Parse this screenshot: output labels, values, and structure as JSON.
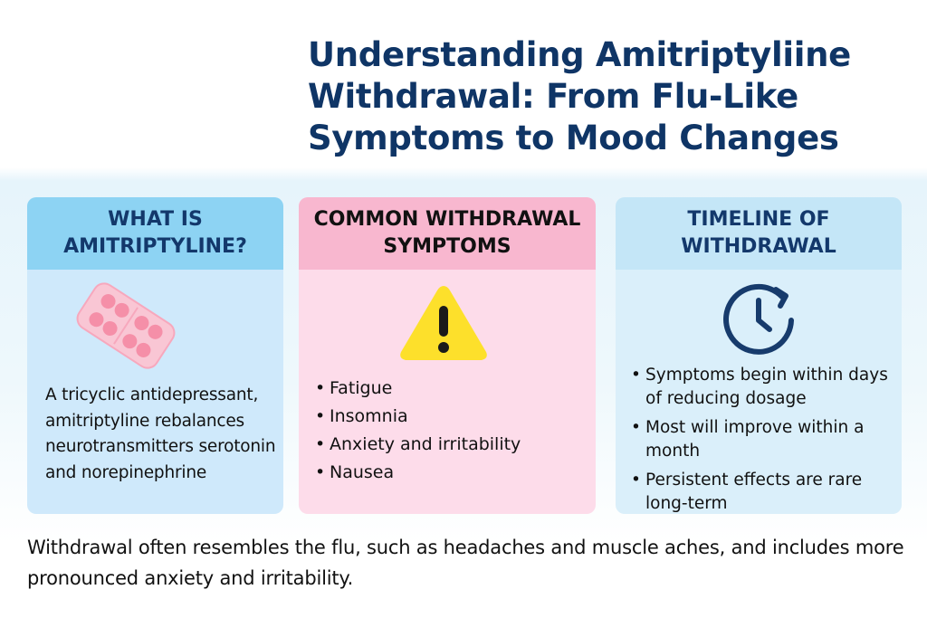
{
  "title": {
    "line1": "Understanding Amitriptyliine",
    "line2": "Withdrawal: From Flu-Like",
    "line3": "Symptoms to Mood Changes"
  },
  "cards": [
    {
      "heading_line1": "WHAT IS",
      "heading_line2": "AMITRIPTYLINE?",
      "icon": "pill-blister-icon",
      "description": "A tricyclic antidepressant, amitriptyline rebalances neurotransmitters serotonin and norepinephrine"
    },
    {
      "heading_line1": "COMMON WITHDRAWAL",
      "heading_line2": "SYMPTOMS",
      "icon": "warning-icon",
      "items": [
        "Fatigue",
        "Insomnia",
        "Anxiety and irritability",
        "Nausea"
      ]
    },
    {
      "heading_line1": "TIMELINE OF",
      "heading_line2": "WITHDRAWAL",
      "icon": "clock-icon",
      "items": [
        "Symptoms begin within days of reducing dosage",
        "Most will improve within a month",
        "Persistent effects are rare long-term"
      ]
    }
  ],
  "footer": "Withdrawal often resembles the flu, such as headaches and muscle aches, and includes more pronounced anxiety and irritability.",
  "colors": {
    "title": "#0f3566",
    "card1_header": "#8dd3f3",
    "card1_body": "#cfe9fb",
    "card2_header": "#f8b7cf",
    "card2_body": "#fddcea",
    "card3_header": "#c4e6f7",
    "card3_body": "#daeffa",
    "pill": "#f58fa8",
    "warning": "#fde02b",
    "clock": "#173b6c"
  }
}
